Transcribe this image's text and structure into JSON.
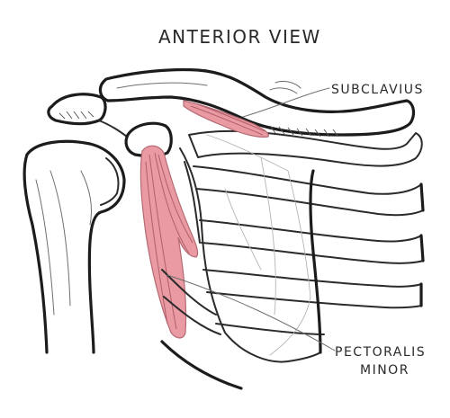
{
  "title": "ANTERIOR VIEW",
  "labels": {
    "subclavius": "SUBCLAVIUS",
    "pectoralis_line1": "PECTORALIS",
    "pectoralis_line2": "MINOR"
  },
  "colors": {
    "muscle": "#e99aa3",
    "ink": "#2b2b2b",
    "background": "#ffffff"
  }
}
